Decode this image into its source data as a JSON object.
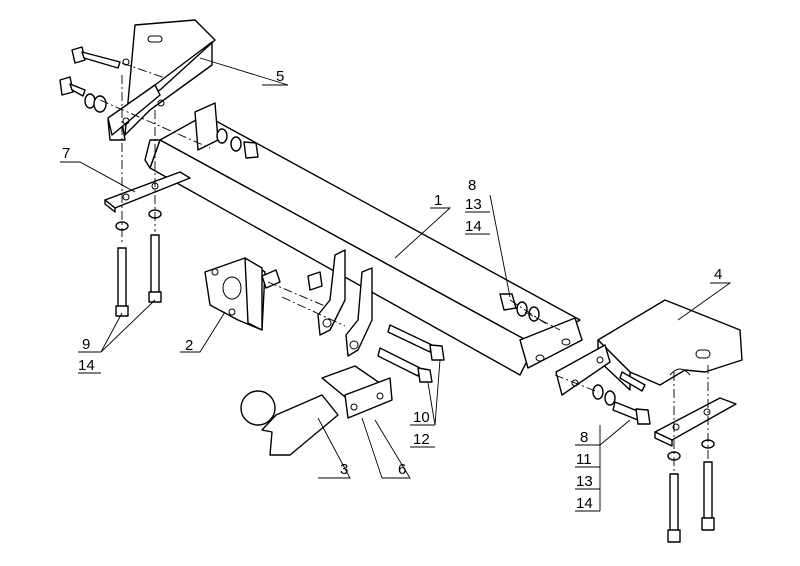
{
  "callouts": {
    "main_bar": "1",
    "socket_bracket": "2",
    "ball_mount": "3",
    "right_bracket": "4",
    "left_top_bracket": "5",
    "clamp_plates": "6",
    "left_plate": "7",
    "right_group_top": [
      "8",
      "13",
      "14"
    ],
    "left_bolts": [
      "9",
      "14"
    ],
    "center_bolts": [
      "10",
      "12"
    ],
    "right_group_bottom": [
      "8",
      "11",
      "13",
      "14"
    ]
  }
}
